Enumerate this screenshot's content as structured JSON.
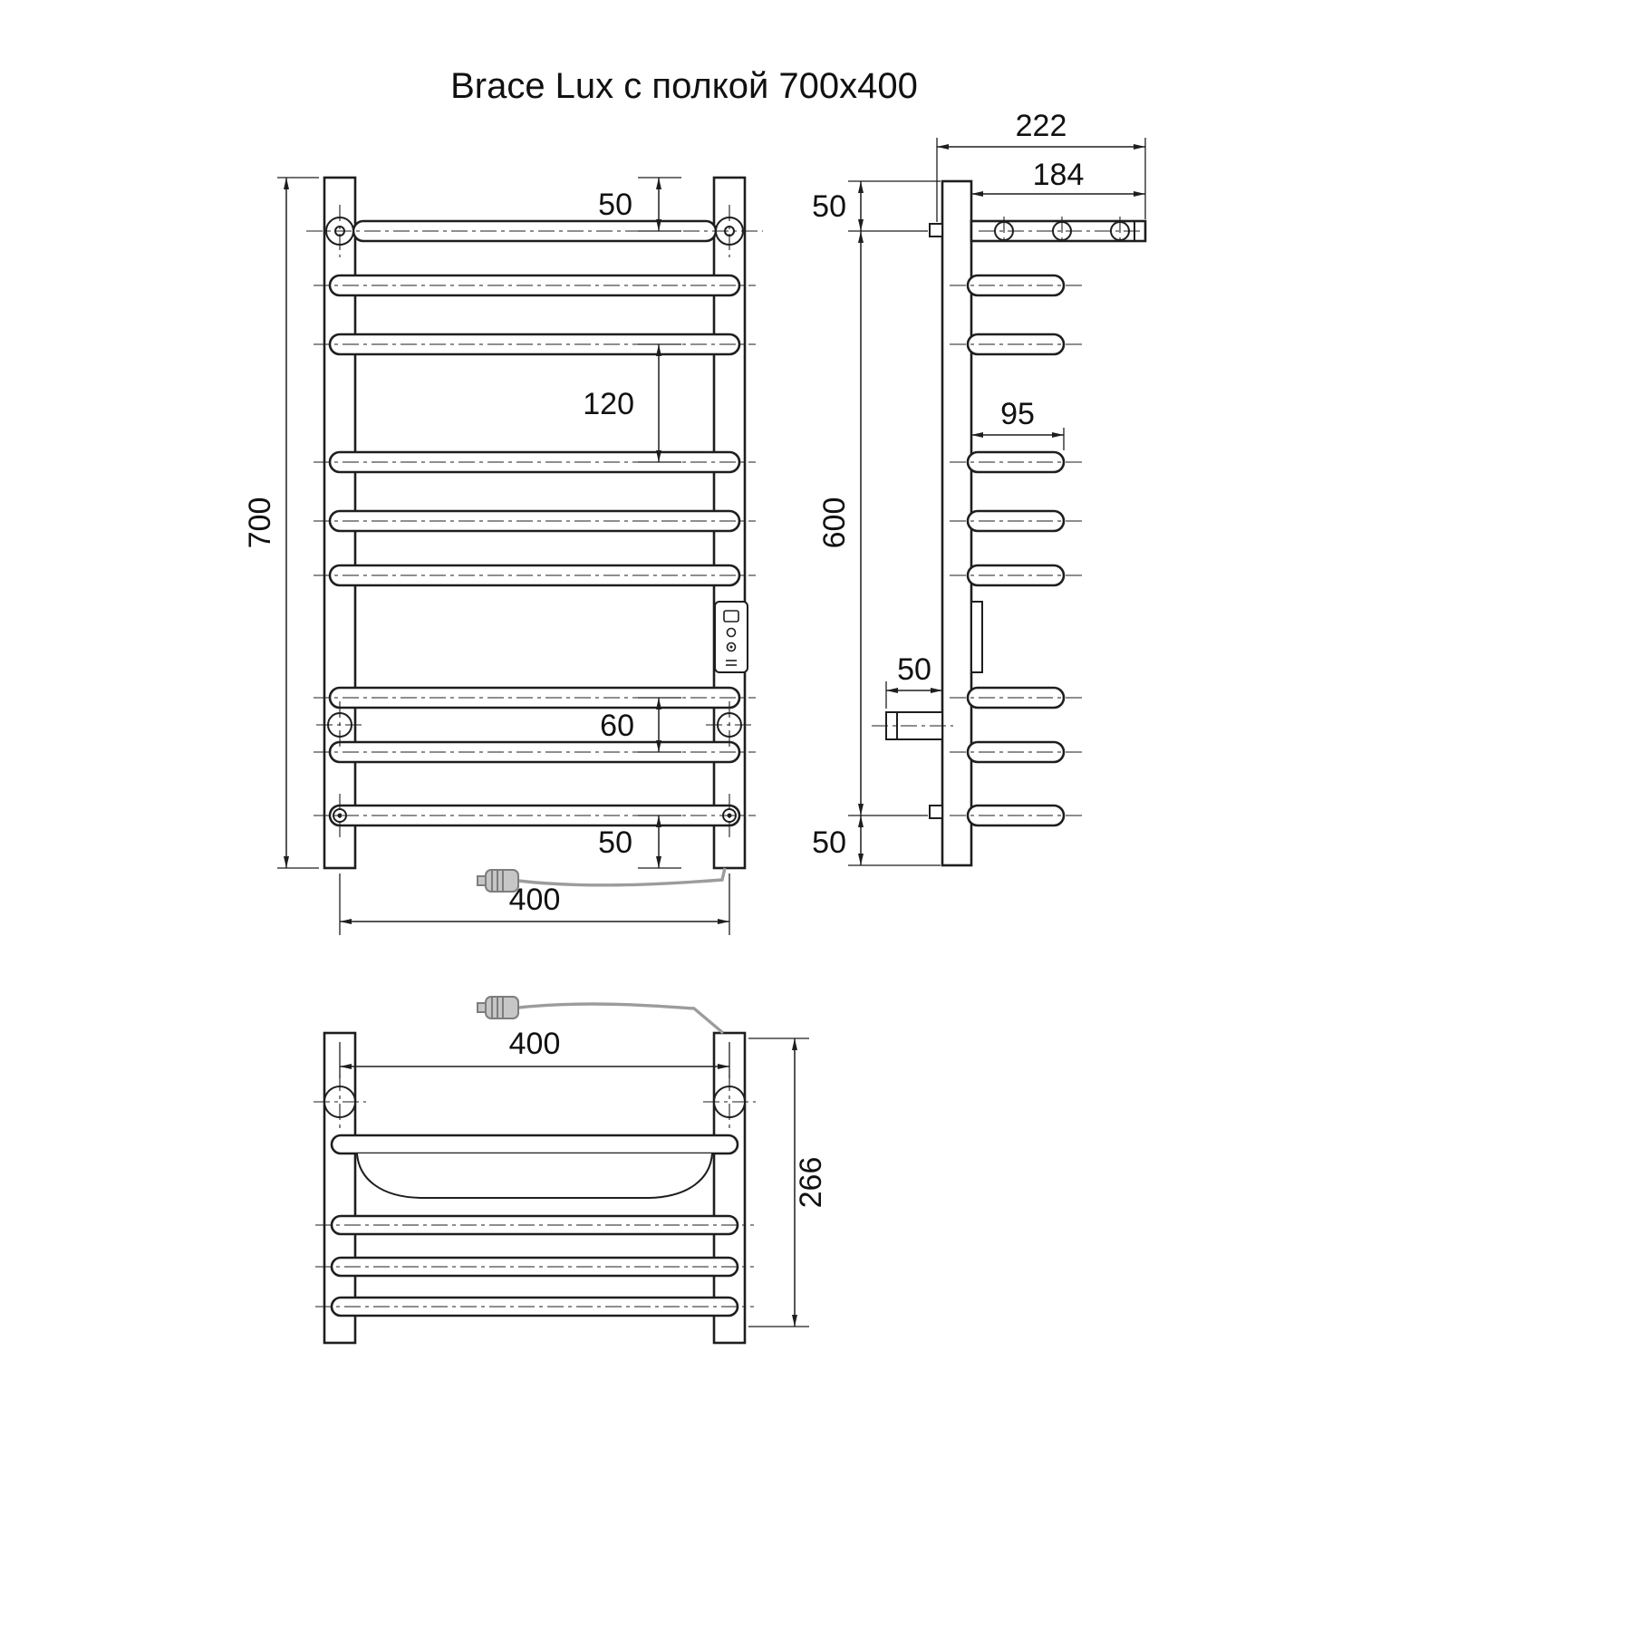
{
  "title": "Brace Lux с полкой 700x400",
  "colors": {
    "line": "#1e1e1e",
    "cord": "#9c9c9c",
    "background": "#ffffff"
  },
  "front_view": {
    "height": "700",
    "top_offset": "50",
    "rung_gap": "120",
    "lower_gap": "60",
    "bottom_offset": "50",
    "width": "400"
  },
  "side_view": {
    "shelf_total": "222",
    "shelf_bar": "184",
    "top_offset": "50",
    "height": "600",
    "rung_depth": "95",
    "pipe_offset": "50",
    "bottom_offset": "50"
  },
  "top_view": {
    "width": "400",
    "depth": "266"
  }
}
